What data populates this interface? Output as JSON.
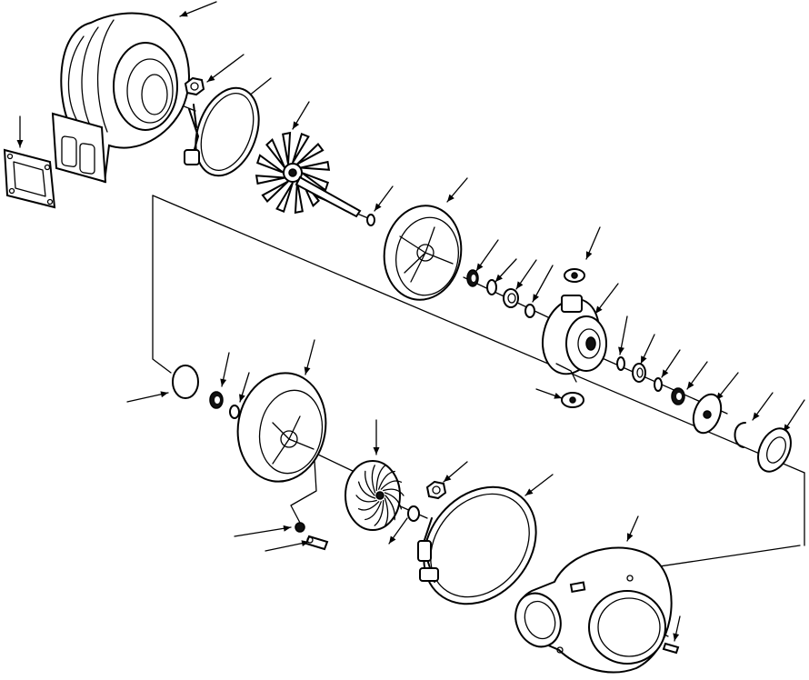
{
  "figure": {
    "type": "exploded-view-drawing",
    "subject": "turbocharger",
    "ink_color": "#000000",
    "paper_color": "#ffffff",
    "visible_text": []
  },
  "parts": [
    {
      "id": "turbine-housing",
      "icon": "turbine-housing-icon"
    },
    {
      "id": "turbine-gasket",
      "icon": "gasket-icon"
    },
    {
      "id": "turbine-clamp-nut",
      "icon": "hex-nut-icon"
    },
    {
      "id": "turbine-v-band-clamp",
      "icon": "v-band-clamp-icon"
    },
    {
      "id": "turbine-wheel-shaft",
      "icon": "turbine-wheel-icon"
    },
    {
      "id": "piston-ring",
      "icon": "piston-ring-icon"
    },
    {
      "id": "heat-shield",
      "icon": "heat-shield-icon"
    },
    {
      "id": "thrust-collar",
      "icon": "collar-icon"
    },
    {
      "id": "journal-bearing-turbine",
      "icon": "bearing-icon"
    },
    {
      "id": "retaining-ring-a",
      "icon": "retaining-ring-icon"
    },
    {
      "id": "oil-inlet-gasket",
      "icon": "gasket-icon"
    },
    {
      "id": "bearing-housing",
      "icon": "bearing-housing-icon"
    },
    {
      "id": "oil-drain-gasket",
      "icon": "gasket-icon"
    },
    {
      "id": "thrust-washer",
      "icon": "washer-icon"
    },
    {
      "id": "journal-bearing-compressor",
      "icon": "bearing-icon"
    },
    {
      "id": "retaining-ring-b",
      "icon": "retaining-ring-icon"
    },
    {
      "id": "thrust-bearing",
      "icon": "thrust-bearing-icon"
    },
    {
      "id": "thrust-plate",
      "icon": "plate-icon"
    },
    {
      "id": "snap-ring",
      "icon": "snap-ring-icon"
    },
    {
      "id": "oil-deflector",
      "icon": "deflector-icon"
    },
    {
      "id": "o-ring",
      "icon": "o-ring-icon"
    },
    {
      "id": "seal-ring",
      "icon": "seal-ring-icon"
    },
    {
      "id": "spacer",
      "icon": "spacer-icon"
    },
    {
      "id": "backplate",
      "icon": "backplate-icon"
    },
    {
      "id": "lock-washer",
      "icon": "lock-washer-icon"
    },
    {
      "id": "backplate-screw",
      "icon": "screw-icon"
    },
    {
      "id": "compressor-wheel",
      "icon": "compressor-wheel-icon"
    },
    {
      "id": "wheel-nut",
      "icon": "nut-icon"
    },
    {
      "id": "compressor-clamp-nut",
      "icon": "hex-nut-icon"
    },
    {
      "id": "compressor-v-band-clamp",
      "icon": "v-band-clamp-icon"
    },
    {
      "id": "compressor-housing",
      "icon": "compressor-housing-icon"
    },
    {
      "id": "housing-bolt",
      "icon": "bolt-icon"
    }
  ]
}
